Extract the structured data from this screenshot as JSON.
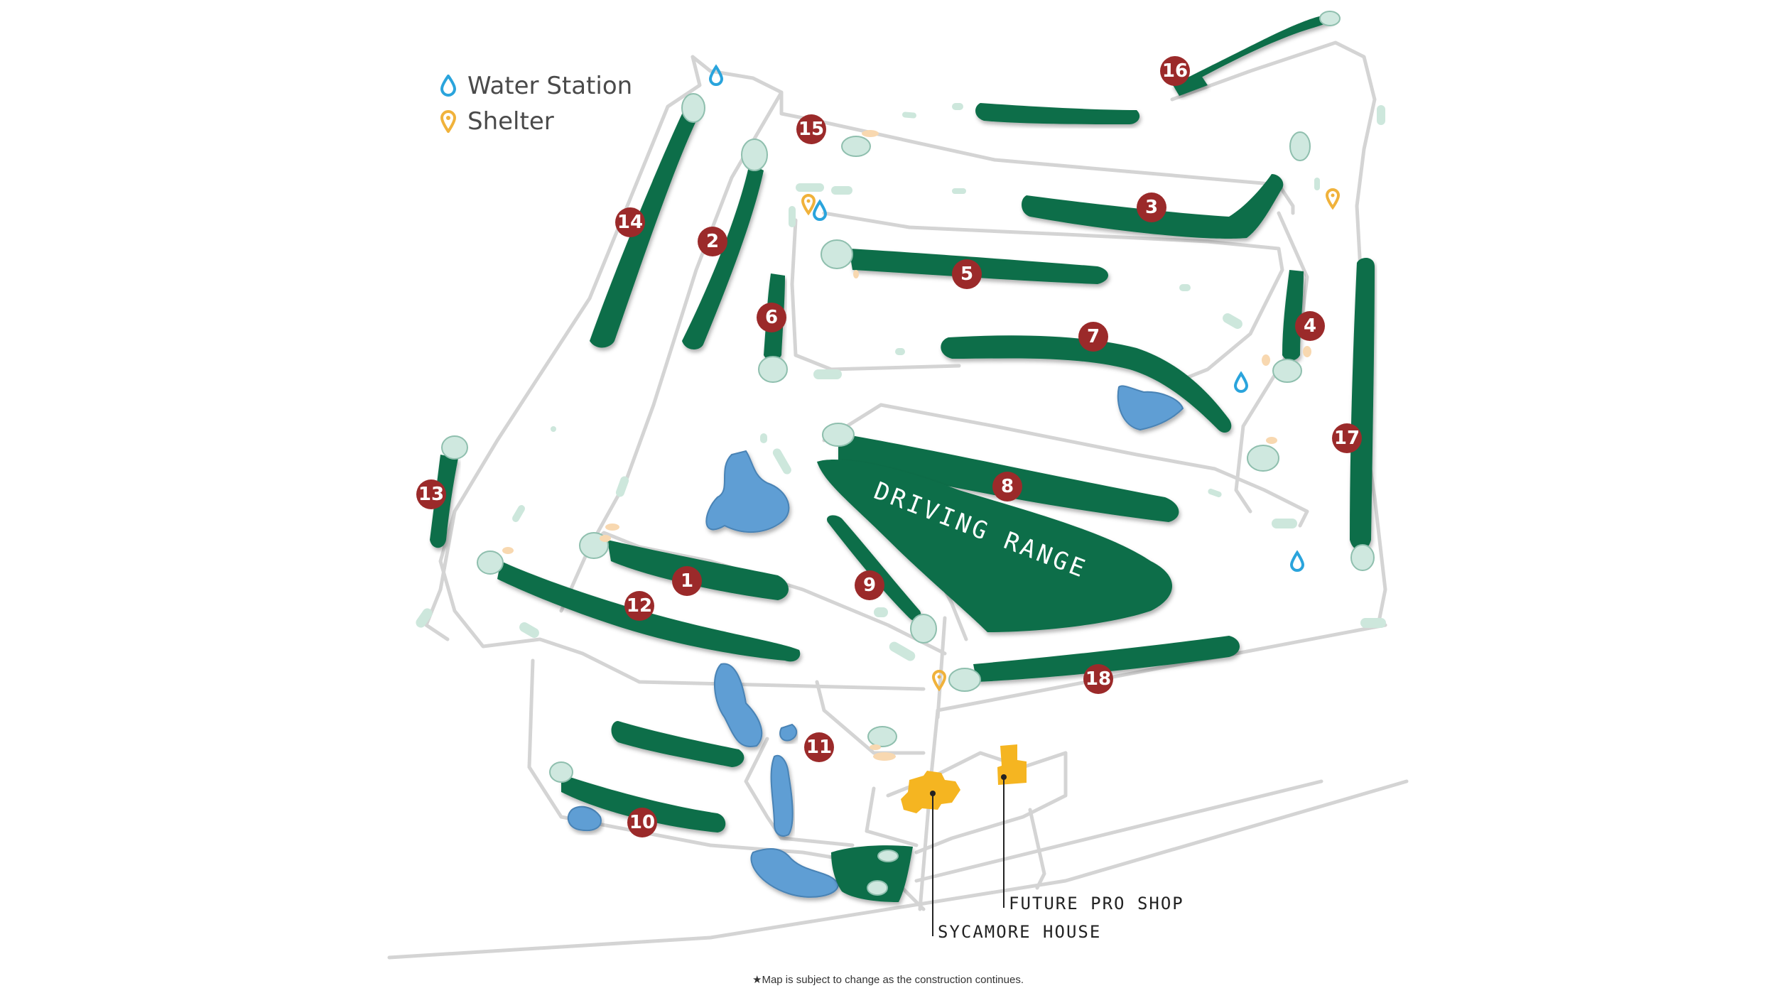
{
  "legend": {
    "water_label": "Water Station",
    "shelter_label": "Shelter",
    "water_color": "#2aa4dc",
    "shelter_color": "#f0b23b"
  },
  "holes": [
    "1",
    "2",
    "3",
    "4",
    "5",
    "6",
    "7",
    "8",
    "9",
    "10",
    "11",
    "12",
    "13",
    "14",
    "15",
    "16",
    "17",
    "18"
  ],
  "labels": {
    "driving_range": "DRIVING RANGE",
    "pro_shop": "FUTURE PRO SHOP",
    "sycamore": "SYCAMORE HOUSE"
  },
  "footnote": "★Map is subject to change as the construction continues.",
  "colors": {
    "fairway": "#0f6e48",
    "green": "#cfe8df",
    "water": "#5e9ed4",
    "hole_marker": "#9b2a2a",
    "building": "#f5b521",
    "path": "#d4d4d4"
  }
}
